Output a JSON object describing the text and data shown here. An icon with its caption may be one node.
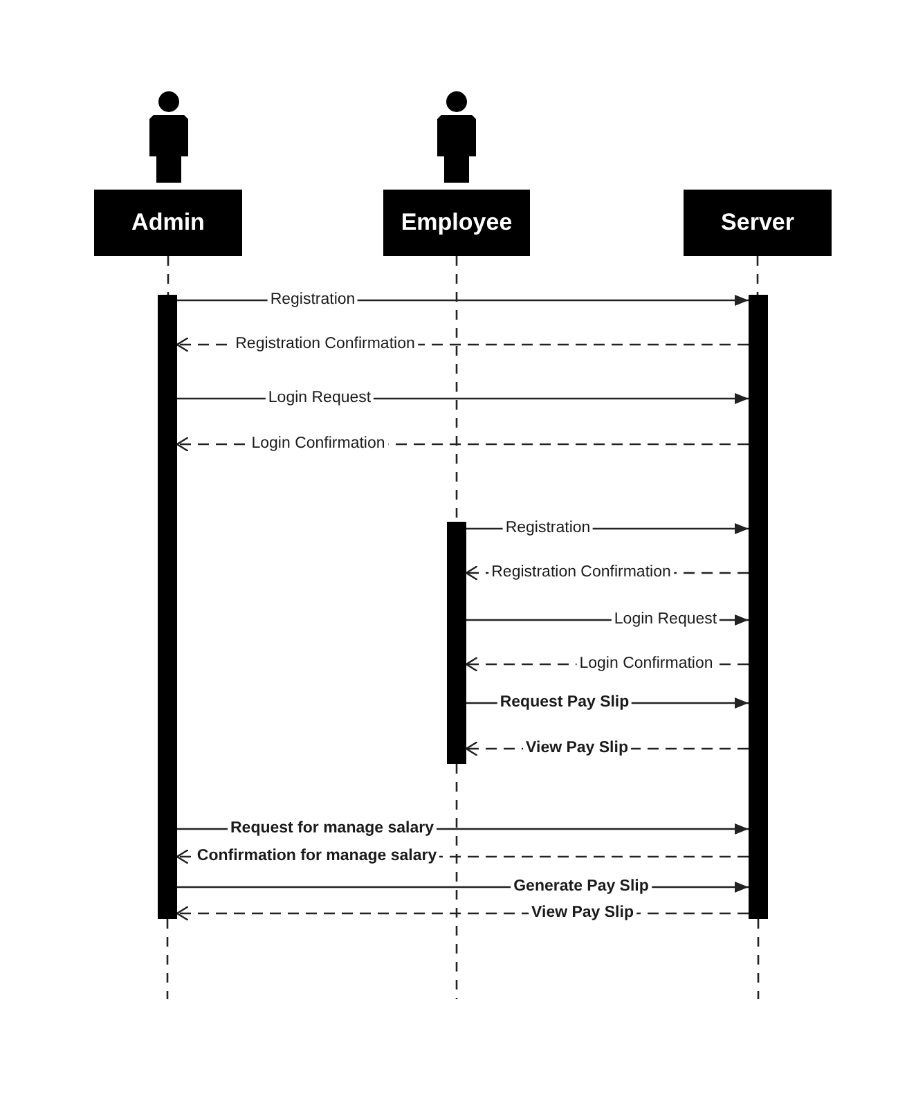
{
  "diagram": {
    "nodes": [
      {
        "text": [
          "Admin"
        ]
      },
      {
        "text": [
          "Employee"
        ]
      },
      {
        "text": [
          "Server"
        ]
      },
      {
        "text": [],
        "shape": "bar"
      },
      {
        "text": [],
        "shape": "bar"
      },
      {
        "text": [],
        "shape": "bar"
      }
    ],
    "edges": [
      {
        "from": 0,
        "to": 3,
        "arrow": "none",
        "style": "dashed"
      },
      {
        "from": 1,
        "to": 4,
        "arrow": "none",
        "style": "dashed"
      },
      {
        "from": 2,
        "to": 5,
        "arrow": "none",
        "style": "dashed"
      },
      {
        "from": 3,
        "to": 5,
        "arrow": "to",
        "label": "Registration"
      },
      {
        "from": 5,
        "to": 3,
        "arrow": "to",
        "label": "Registration Confirmation",
        "style": "dashed"
      },
      {
        "from": 3,
        "to": 5,
        "arrow": "to",
        "label": "Login Request"
      },
      {
        "from": 5,
        "to": 3,
        "arrow": "to",
        "label": "Login Confirmation",
        "style": "dashed"
      },
      {
        "from": 4,
        "to": 5,
        "arrow": "to",
        "label": "Registration"
      },
      {
        "from": 5,
        "to": 4,
        "arrow": "to",
        "label": "Registration Confirmation",
        "style": "dashed"
      },
      {
        "from": 4,
        "to": 5,
        "arrow": "to",
        "label": "Login Request"
      },
      {
        "from": 5,
        "to": 4,
        "arrow": "to",
        "label": "Login Confirmation",
        "style": "dashed"
      },
      {
        "from": 4,
        "to": 5,
        "arrow": "to",
        "label": "Request Pay Slip"
      },
      {
        "from": 5,
        "to": 4,
        "arrow": "to",
        "label": "View Pay Slip",
        "style": "dashed"
      },
      {
        "from": 3,
        "to": 5,
        "arrow": "to",
        "label": "Request for manage salary"
      },
      {
        "from": 5,
        "to": 3,
        "arrow": "to",
        "label": "Confirmation for manage salary",
        "style": "dashed"
      },
      {
        "from": 3,
        "to": 5,
        "arrow": "to",
        "label": "Generate Pay Slip"
      },
      {
        "from": 5,
        "to": 3,
        "arrow": "to",
        "label": "View Pay Slip",
        "style": "dashed"
      }
    ]
  }
}
